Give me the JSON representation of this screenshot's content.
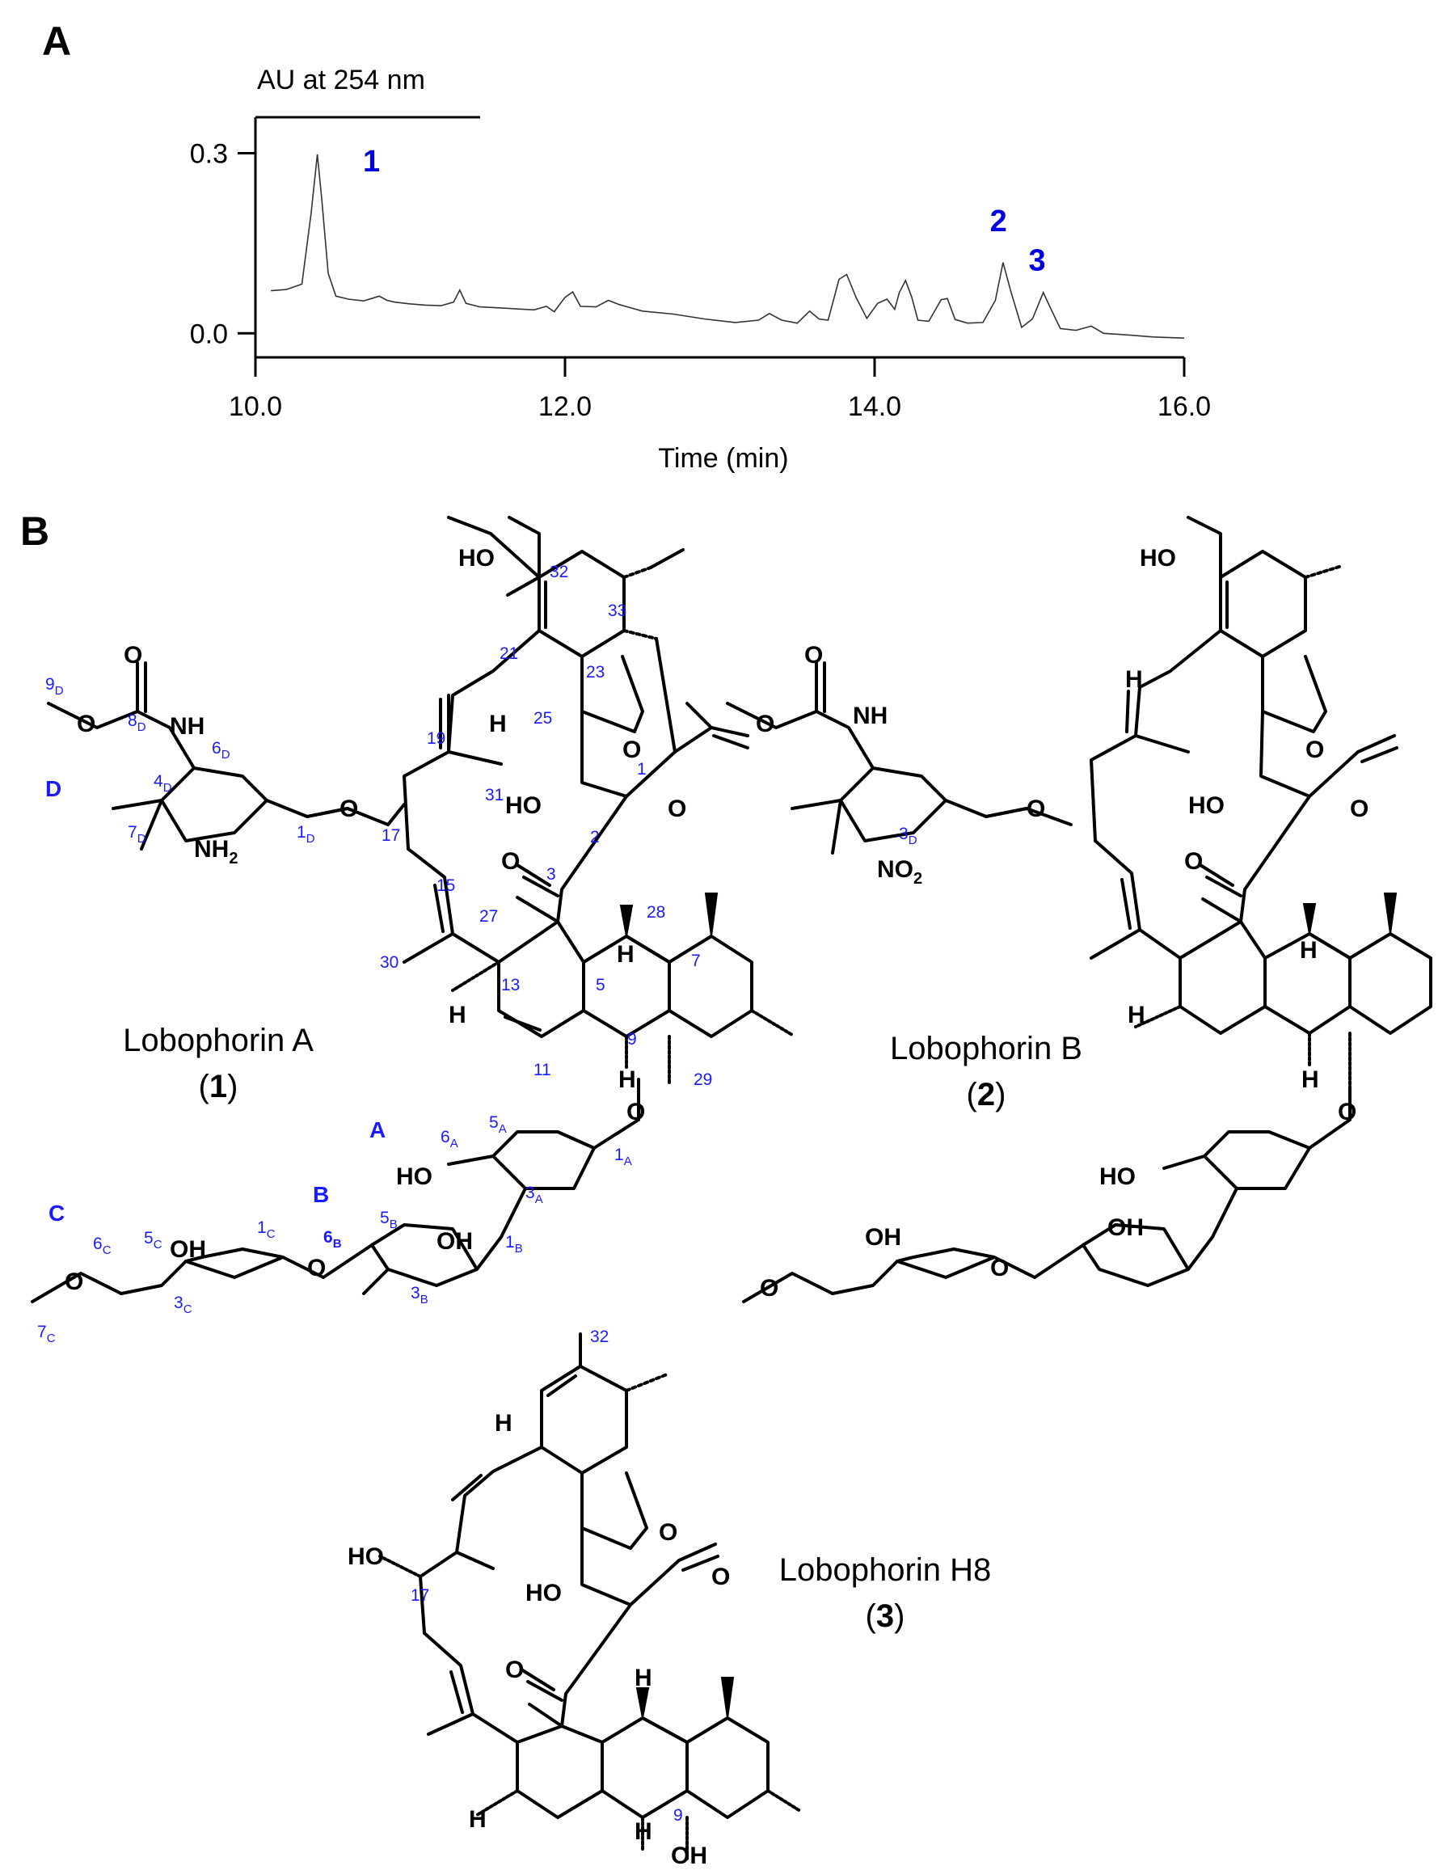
{
  "panels": {
    "a_label": "A",
    "b_label": "B"
  },
  "chart_data": {
    "type": "line",
    "title": "",
    "ylabel": "AU at 254 nm",
    "xlabel": "Time (min)",
    "xlim": [
      10.0,
      16.0
    ],
    "ylim": [
      -0.04,
      0.36
    ],
    "xticks": [
      "10.0",
      "12.0",
      "14.0",
      "16.0"
    ],
    "yticks": [
      "0.3",
      "0.0"
    ],
    "ytick_values": [
      0.3,
      0.0
    ],
    "xtick_values": [
      10.0,
      12.0,
      14.0,
      16.0
    ],
    "grid": false,
    "series": [
      {
        "x": [
          10.1,
          10.2,
          10.3,
          10.36,
          10.4,
          10.43,
          10.47,
          10.52,
          10.6,
          10.7,
          10.8,
          10.85,
          10.9,
          11.0,
          11.1,
          11.2,
          11.28,
          11.32,
          11.36,
          11.45,
          11.6,
          11.8,
          11.88,
          11.93,
          12.0,
          12.05,
          12.1,
          12.2,
          12.28,
          12.35,
          12.5,
          12.7,
          12.9,
          13.1,
          13.25,
          13.32,
          13.4,
          13.5,
          13.58,
          13.64,
          13.7,
          13.77,
          13.82,
          13.88,
          13.95,
          14.02,
          14.08,
          14.13,
          14.16,
          14.2,
          14.24,
          14.28,
          14.35,
          14.43,
          14.47,
          14.52,
          14.6,
          14.7,
          14.78,
          14.83,
          14.88,
          14.95,
          15.02,
          15.09,
          15.14,
          15.2,
          15.3,
          15.4,
          15.48,
          15.6,
          15.8,
          16.0
        ],
        "y": [
          0.071,
          0.073,
          0.082,
          0.2,
          0.298,
          0.22,
          0.1,
          0.062,
          0.057,
          0.054,
          0.062,
          0.055,
          0.052,
          0.049,
          0.047,
          0.046,
          0.052,
          0.072,
          0.05,
          0.044,
          0.042,
          0.039,
          0.045,
          0.036,
          0.06,
          0.069,
          0.045,
          0.044,
          0.055,
          0.048,
          0.037,
          0.032,
          0.024,
          0.018,
          0.022,
          0.033,
          0.022,
          0.017,
          0.037,
          0.024,
          0.022,
          0.09,
          0.098,
          0.06,
          0.025,
          0.05,
          0.057,
          0.04,
          0.068,
          0.088,
          0.06,
          0.022,
          0.02,
          0.056,
          0.058,
          0.023,
          0.017,
          0.018,
          0.055,
          0.118,
          0.07,
          0.01,
          0.024,
          0.068,
          0.04,
          0.008,
          0.005,
          0.012,
          0.0,
          -0.002,
          -0.006,
          -0.008
        ]
      }
    ],
    "annotations": [
      {
        "text": "1",
        "x": 10.75,
        "y": 0.27
      },
      {
        "text": "2",
        "x": 14.8,
        "y": 0.17
      },
      {
        "text": "3",
        "x": 15.05,
        "y": 0.105
      }
    ],
    "peak_color": "#0000dd"
  },
  "compounds": [
    {
      "name": "Lobophorin A",
      "number": "1"
    },
    {
      "name": "Lobophorin B",
      "number": "2"
    },
    {
      "name": "Lobophorin H8",
      "number": "3"
    }
  ],
  "structure_labels": {
    "atoms": {
      "HO": "HO",
      "OH": "OH",
      "O": "O",
      "H": "H",
      "NH": "NH",
      "NH2": "NH",
      "NH2_sub": "2",
      "NO2": "NO",
      "NO2_sub": "2"
    },
    "numbers_A": [
      "32",
      "33",
      "21",
      "23",
      "25",
      "19",
      "31",
      "1",
      "2",
      "3",
      "17",
      "15",
      "27",
      "28",
      "30",
      "13",
      "5",
      "7",
      "9",
      "11",
      "29"
    ],
    "sugar_numbers": {
      "9": "9",
      "9_sub": "D",
      "8": "8",
      "8_sub": "D",
      "6": "6",
      "6_sub": "D",
      "4": "4",
      "4_sub": "D",
      "7": "7",
      "7_sub": "D",
      "1": "1",
      "1_sub": "D",
      "6A": "6",
      "6A_sub": "A",
      "5A": "5",
      "5A_sub": "A",
      "3A": "3",
      "3A_sub": "A",
      "1A": "1",
      "1A_sub": "A",
      "6B": "6",
      "6B_sub": "B",
      "5B": "5",
      "5B_sub": "B",
      "3B": "3",
      "3B_sub": "B",
      "1B": "1",
      "1B_sub": "B",
      "6C": "6",
      "6C_sub": "C",
      "5C": "5",
      "5C_sub": "C",
      "3C": "3",
      "3C_sub": "C",
      "1C": "1",
      "1C_sub": "C",
      "7C": "7",
      "7C_sub": "C",
      "3D2": "3",
      "3D2_sub": "D"
    },
    "ring_letters": [
      "A",
      "B",
      "C",
      "D"
    ],
    "numbers_H8": [
      "32",
      "17",
      "9"
    ]
  },
  "colors": {
    "label_blue": "#1a1aff",
    "ink": "#000000"
  }
}
